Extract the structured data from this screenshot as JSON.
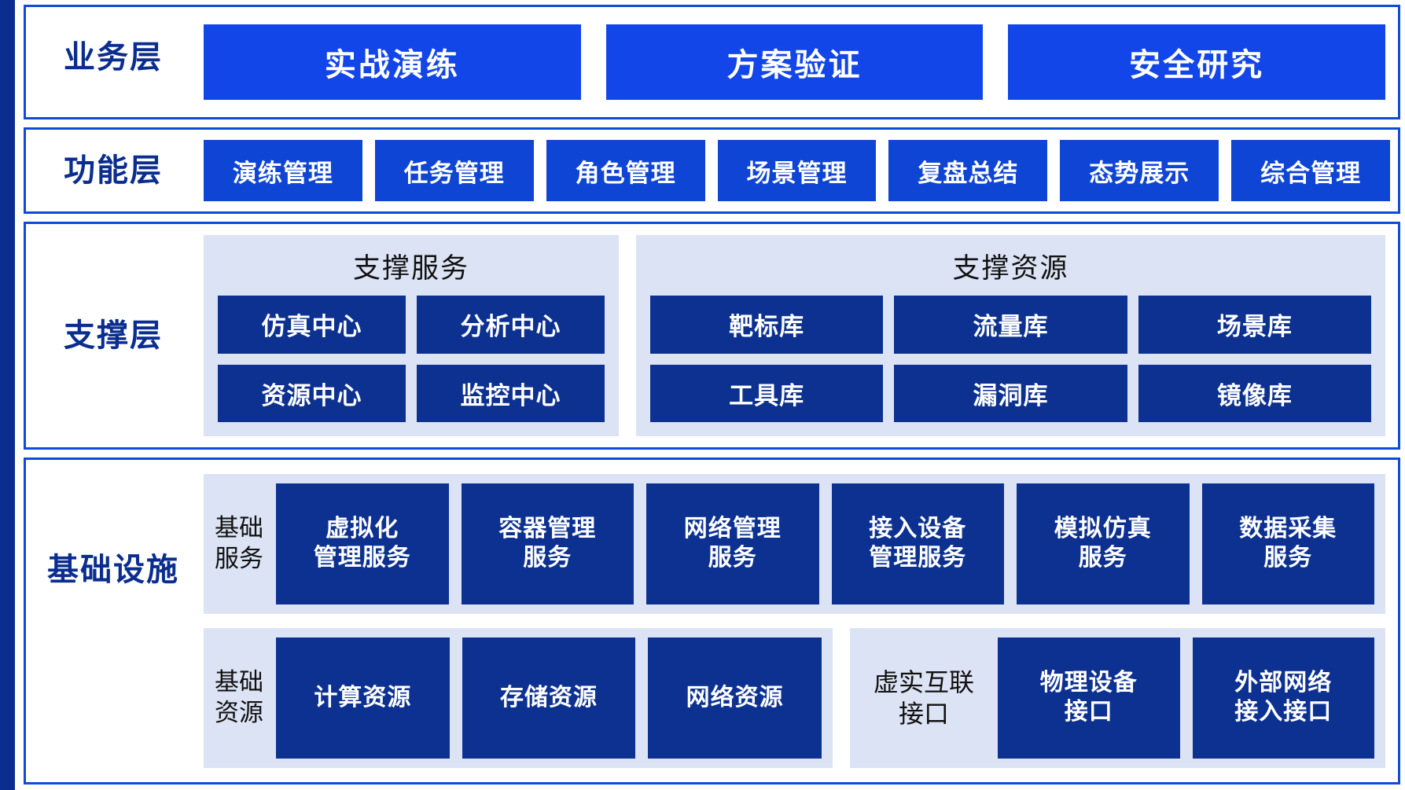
{
  "accent": {
    "spine": "#0a2d8f",
    "panel_border": "#0f4bd8",
    "business_box": "#1246e8",
    "function_box": "#0f45d4",
    "deep_box": "#0d3191",
    "group_bg": "#dce3f4",
    "title_color": "#0a2d8f"
  },
  "layers": {
    "business": {
      "title": "业务层",
      "boxes": [
        {
          "label": "实战演练"
        },
        {
          "label": "方案验证"
        },
        {
          "label": "安全研究"
        }
      ]
    },
    "function": {
      "title": "功能层",
      "boxes": [
        {
          "label": "演练管理"
        },
        {
          "label": "任务管理"
        },
        {
          "label": "角色管理"
        },
        {
          "label": "场景管理"
        },
        {
          "label": "复盘总结"
        },
        {
          "label": "态势展示"
        },
        {
          "label": "综合管理"
        }
      ]
    },
    "support": {
      "title": "支撑层",
      "groups": [
        {
          "title": "支撑服务",
          "boxes": [
            {
              "label": "仿真中心"
            },
            {
              "label": "分析中心"
            },
            {
              "label": "资源中心"
            },
            {
              "label": "监控中心"
            }
          ]
        },
        {
          "title": "支撑资源",
          "boxes": [
            {
              "label": "靶标库"
            },
            {
              "label": "流量库"
            },
            {
              "label": "场景库"
            },
            {
              "label": "工具库"
            },
            {
              "label": "漏洞库"
            },
            {
              "label": "镜像库"
            }
          ]
        }
      ]
    },
    "infrastructure": {
      "title": "基础设施",
      "service_row": {
        "label": "基础\n服务",
        "boxes": [
          {
            "label": "虚拟化\n管理服务"
          },
          {
            "label": "容器管理\n服务"
          },
          {
            "label": "网络管理\n服务"
          },
          {
            "label": "接入设备\n管理服务"
          },
          {
            "label": "模拟仿真\n服务"
          },
          {
            "label": "数据采集\n服务"
          }
        ]
      },
      "resource_row": {
        "label": "基础\n资源",
        "boxes": [
          {
            "label": "计算资源"
          },
          {
            "label": "存储资源"
          },
          {
            "label": "网络资源"
          }
        ],
        "interface_label": "虚实互联\n接口",
        "interface_boxes": [
          {
            "label": "物理设备\n接口"
          },
          {
            "label": "外部网络\n接入接口"
          }
        ]
      }
    }
  }
}
